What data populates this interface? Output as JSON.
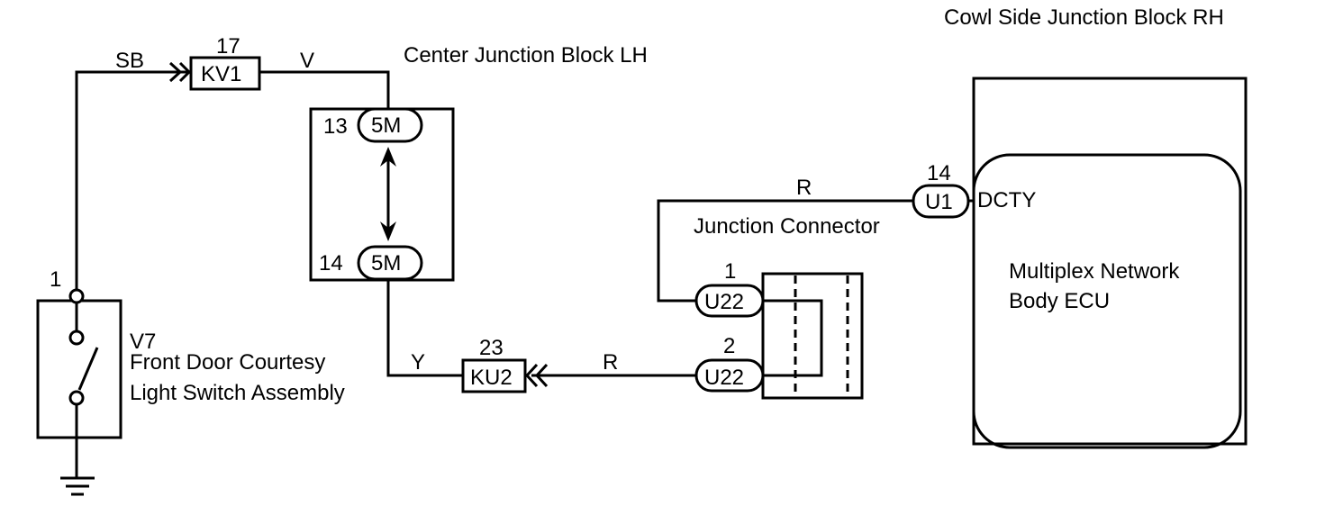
{
  "blocks": {
    "cowl_side_rh": "Cowl Side Junction Block RH",
    "center_lh": "Center Junction Block LH",
    "junction_connector": "Junction Connector",
    "ecu_line1": "Multiplex Network",
    "ecu_line2": "Body ECU"
  },
  "switch": {
    "code": "V7",
    "line1": "Front Door Courtesy",
    "line2": "Light Switch Assembly",
    "pin": "1"
  },
  "wires": {
    "sb": "SB",
    "v": "V",
    "y": "Y",
    "r_lower": "R",
    "r_upper": "R"
  },
  "connectors": {
    "kv1": {
      "label": "KV1",
      "pin": "17"
    },
    "ku2": {
      "label": "KU2",
      "pin": "23"
    },
    "cjb_top": {
      "label": "5M",
      "pin": "13"
    },
    "cjb_bottom": {
      "label": "5M",
      "pin": "14"
    },
    "u22_top": {
      "label": "U22",
      "pin": "1"
    },
    "u22_bottom": {
      "label": "U22",
      "pin": "2"
    },
    "u1": {
      "label": "U1",
      "pin": "14"
    }
  },
  "ecu_terminal": "DCTY"
}
